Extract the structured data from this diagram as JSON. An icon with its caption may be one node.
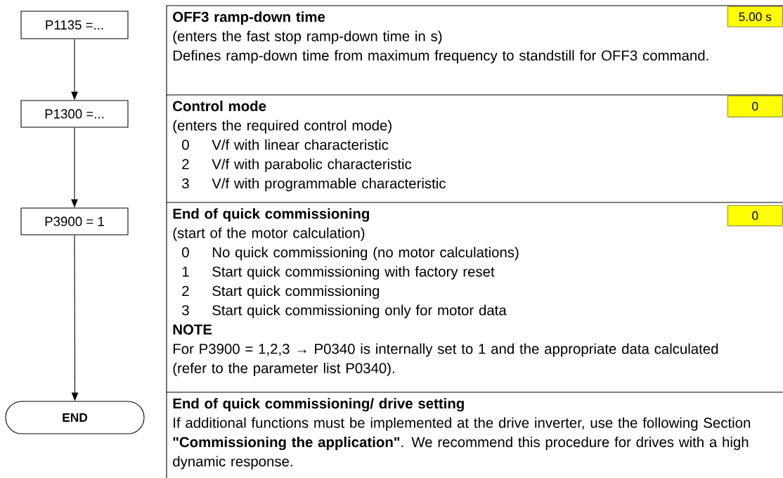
{
  "diagram": {
    "nodes": [
      {
        "text": [
          "P1135 =..."
        ]
      },
      {
        "text": [
          "P1300 =..."
        ]
      },
      {
        "text": [
          "P3900 = 1"
        ]
      },
      {
        "text": [
          "END"
        ]
      },
      {
        "text": [
          "OFF3 ramp-down time",
          "(enters the fast stop ramp-down time in s)",
          "Defines ramp-down time from maximum frequency to standstill for OFF3 command."
        ]
      },
      {
        "text": [
          "5.00 s"
        ],
        "in": 4
      },
      {
        "text": [
          "Control mode",
          "(enters the required control mode)",
          "0",
          "V/f with linear characteristic",
          "2",
          "V/f with parabolic characteristic",
          "3",
          "V/f with programmable characteristic"
        ]
      },
      {
        "text": [
          "0"
        ],
        "in": 6
      },
      {
        "text": [
          "End of quick commissioning",
          "(start of the motor calculation)",
          "0",
          "No quick commissioning (no motor calculations)",
          "1",
          "Start quick commissioning with factory reset",
          "2",
          "Start quick commissioning",
          "3",
          "Start quick commissioning only for motor data",
          "NOTE",
          "For P3900 = 1,2,3 → P0340 is internally set to 1 and the appropriate data calculated (refer to the parameter list P0340)."
        ]
      },
      {
        "text": [
          "0"
        ],
        "in": 8
      },
      {
        "text": [
          "End of quick commissioning/ drive setting",
          "If additional functions must be implemented at the drive inverter, use the following Section **\"Commissioning the application\"**. We recommend this procedure for drives with a high dynamic response."
        ]
      }
    ],
    "edges": [
      {
        "from": 0,
        "to": 1,
        "arrow": "to"
      },
      {
        "from": 1,
        "to": 2,
        "arrow": "to"
      },
      {
        "from": 2,
        "to": 3,
        "arrow": "to"
      }
    ]
  }
}
